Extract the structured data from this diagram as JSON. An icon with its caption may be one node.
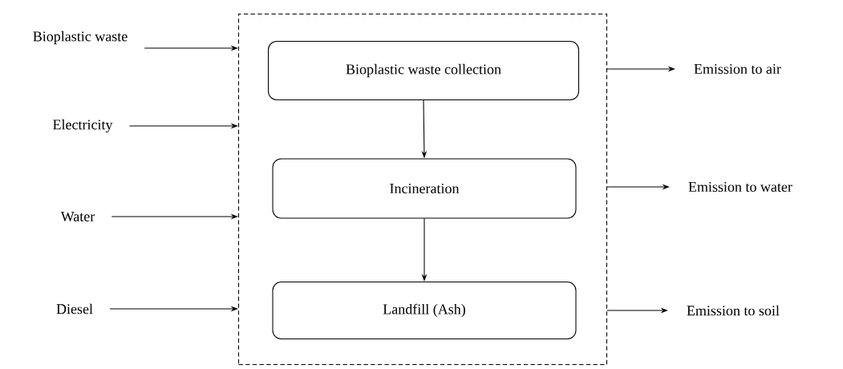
{
  "diagram": {
    "nodes": [
      {
        "text": [],
        "shape": "box"
      },
      {
        "text": [
          "Bioplastic waste"
        ]
      },
      {
        "text": [
          "Electricity"
        ]
      },
      {
        "text": [
          "Water"
        ]
      },
      {
        "text": [
          "Diesel"
        ]
      },
      {
        "text": [
          "Bioplastic waste collection"
        ],
        "in": 0
      },
      {
        "text": [
          "Incineration"
        ],
        "in": 0
      },
      {
        "text": [
          "Landfill (Ash)"
        ],
        "in": 0
      },
      {
        "text": [
          "Emission to air"
        ]
      },
      {
        "text": [
          "Emission to water"
        ]
      },
      {
        "text": [
          "Emission to soil"
        ]
      }
    ],
    "edges": [
      {
        "from": 1,
        "to": 0,
        "arrow": "to"
      },
      {
        "from": 2,
        "to": 0,
        "arrow": "to"
      },
      {
        "from": 3,
        "to": 0,
        "arrow": "to"
      },
      {
        "from": 4,
        "to": 0,
        "arrow": "to"
      },
      {
        "from": 5,
        "to": 6,
        "arrow": "to"
      },
      {
        "from": 6,
        "to": 7,
        "arrow": "to"
      },
      {
        "from": 0,
        "to": 8,
        "arrow": "to"
      },
      {
        "from": 0,
        "to": 9,
        "arrow": "to"
      },
      {
        "from": 0,
        "to": 10,
        "arrow": "to"
      }
    ]
  }
}
